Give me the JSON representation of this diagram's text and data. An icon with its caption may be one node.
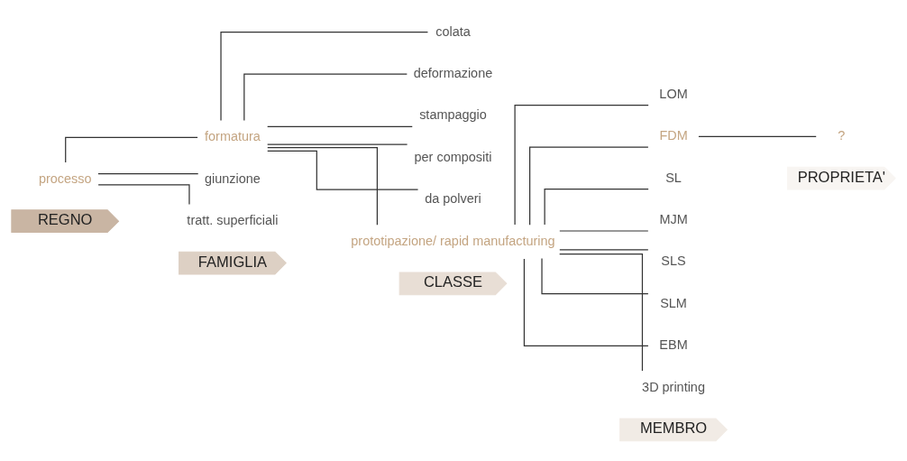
{
  "diagram": {
    "nodes": [
      {
        "text": [
          "REGNO"
        ]
      },
      {
        "text": [
          "FAMIGLIA"
        ]
      },
      {
        "text": [
          "CLASSE"
        ]
      },
      {
        "text": [
          "MEMBRO"
        ]
      },
      {
        "text": [
          "PROPRIETA'"
        ]
      },
      {
        "text": [
          "processo"
        ]
      },
      {
        "text": [
          "formatura"
        ]
      },
      {
        "text": [
          "giunzione"
        ]
      },
      {
        "text": [
          "tratt. superficiali"
        ]
      },
      {
        "text": [
          "colata"
        ]
      },
      {
        "text": [
          "deformazione"
        ]
      },
      {
        "text": [
          "stampaggio"
        ]
      },
      {
        "text": [
          "per compositi"
        ]
      },
      {
        "text": [
          "da polveri"
        ]
      },
      {
        "text": [
          "prototipazione/ rapid manufacturing"
        ]
      },
      {
        "text": [
          "LOM"
        ]
      },
      {
        "text": [
          "FDM"
        ]
      },
      {
        "text": [
          "SL"
        ]
      },
      {
        "text": [
          "MJM"
        ]
      },
      {
        "text": [
          "SLS"
        ]
      },
      {
        "text": [
          "SLM"
        ]
      },
      {
        "text": [
          "EBM"
        ]
      },
      {
        "text": [
          "3D printing"
        ]
      },
      {
        "text": [
          "?"
        ]
      }
    ],
    "edges": [
      {
        "from": 5,
        "to": 6,
        "arrow": "none"
      },
      {
        "from": 5,
        "to": 7,
        "arrow": "none"
      },
      {
        "from": 5,
        "to": 8,
        "arrow": "none"
      },
      {
        "from": 6,
        "to": 9,
        "arrow": "none"
      },
      {
        "from": 6,
        "to": 10,
        "arrow": "none"
      },
      {
        "from": 6,
        "to": 11,
        "arrow": "none"
      },
      {
        "from": 6,
        "to": 12,
        "arrow": "none"
      },
      {
        "from": 6,
        "to": 13,
        "arrow": "none"
      },
      {
        "from": 6,
        "to": 14,
        "arrow": "none"
      },
      {
        "from": 14,
        "to": 15,
        "arrow": "none"
      },
      {
        "from": 14,
        "to": 16,
        "arrow": "none"
      },
      {
        "from": 14,
        "to": 17,
        "arrow": "none"
      },
      {
        "from": 14,
        "to": 18,
        "arrow": "none"
      },
      {
        "from": 14,
        "to": 19,
        "arrow": "none"
      },
      {
        "from": 14,
        "to": 20,
        "arrow": "none"
      },
      {
        "from": 14,
        "to": 21,
        "arrow": "none"
      },
      {
        "from": 14,
        "to": 22,
        "arrow": "none"
      },
      {
        "from": 16,
        "to": 23,
        "arrow": "none"
      }
    ]
  }
}
